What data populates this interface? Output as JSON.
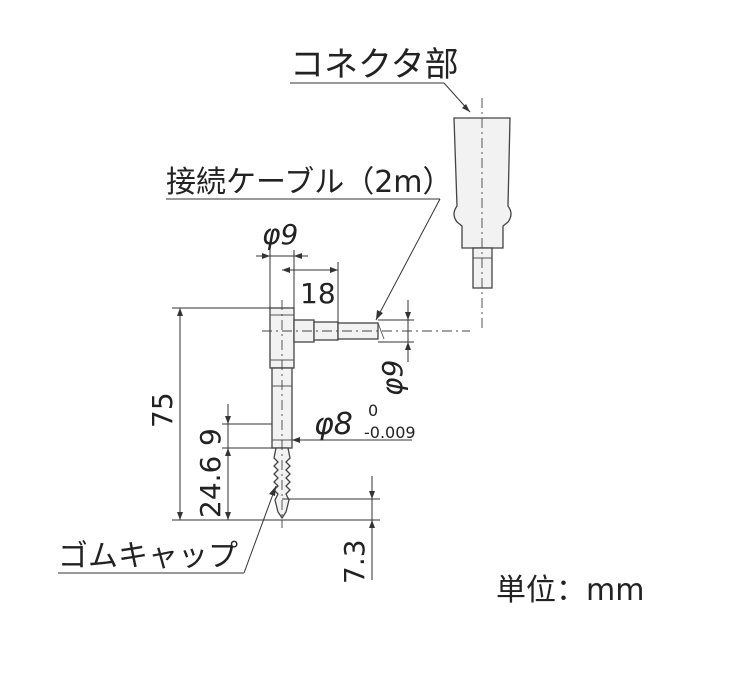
{
  "labels": {
    "connector": "コネクタ部",
    "cable": "接続ケーブル（2m）",
    "rubber_cap": "ゴムキャップ",
    "unit": "単位：mm"
  },
  "dimensions": {
    "phi9_top": "φ9",
    "d18": "18",
    "phi9_cable": "φ9",
    "phi8": "φ8",
    "phi8_tol_upper": "0",
    "phi8_tol_lower": "-0.009",
    "d75": "75",
    "d9": "9",
    "d24_6": "24.6",
    "d7_3": "7.3"
  }
}
